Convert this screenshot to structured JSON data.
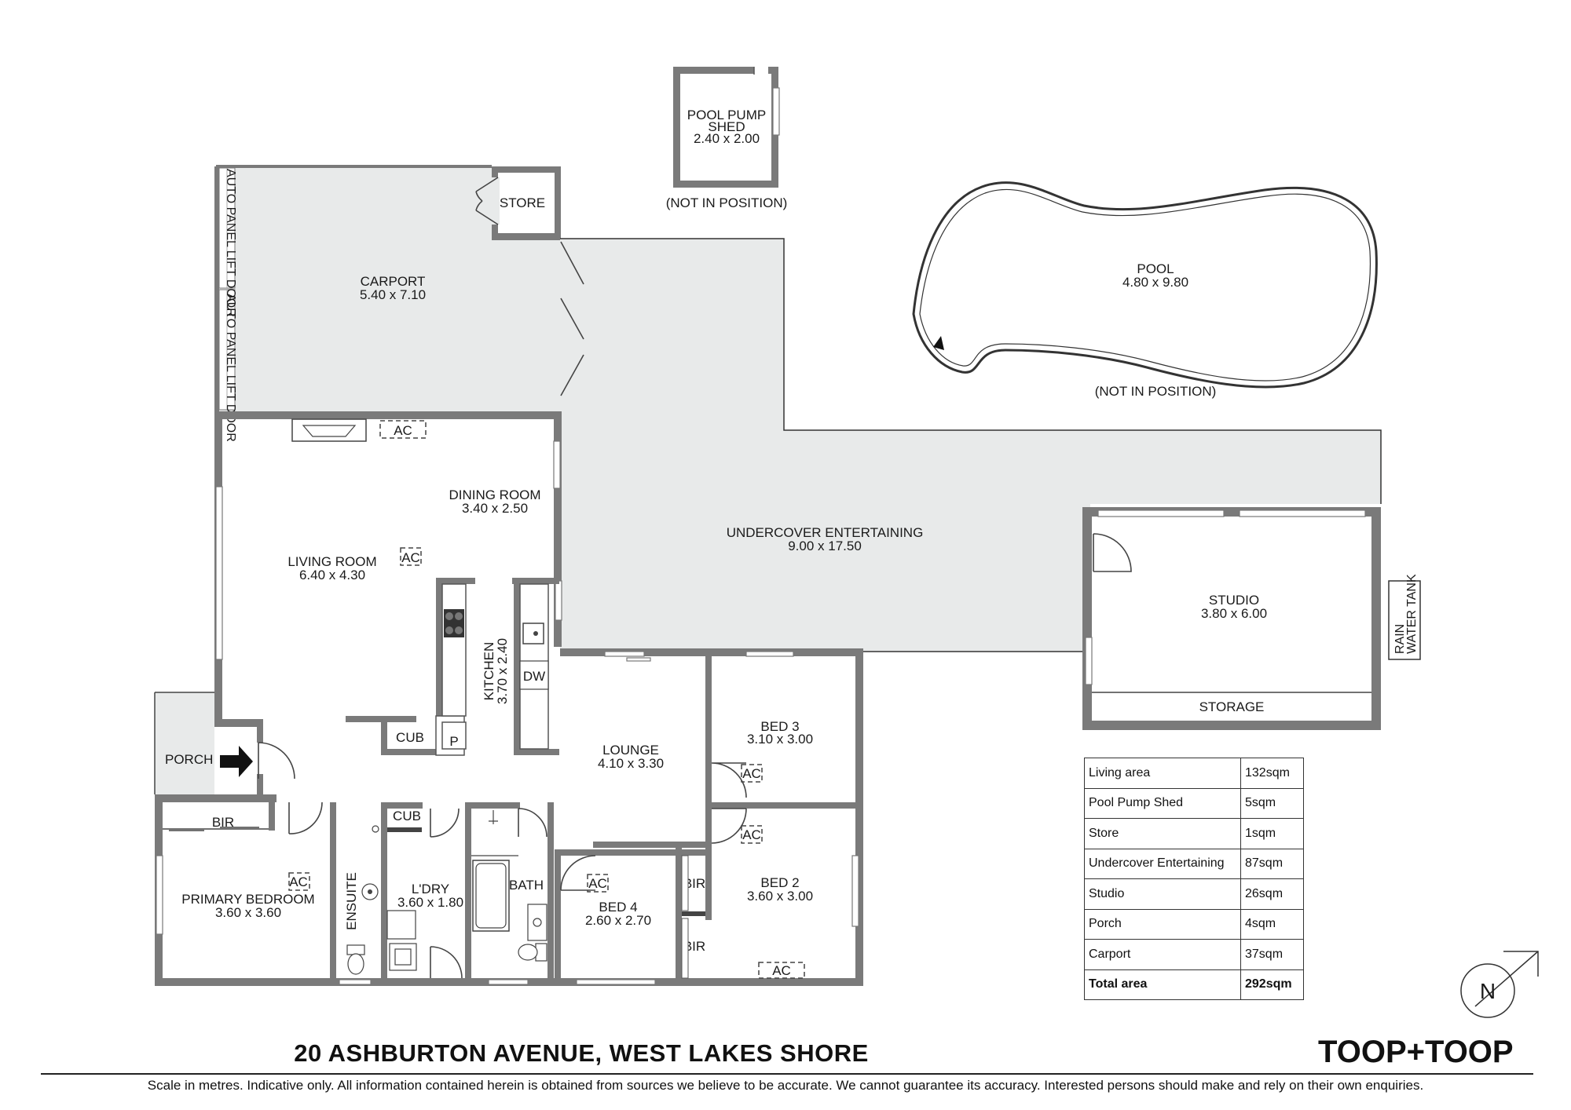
{
  "address": "20 ASHBURTON AVENUE, WEST LAKES SHORE",
  "disclaimer": "Scale in metres. Indicative only. All information contained herein is obtained from sources we believe to be accurate. We cannot guarantee its accuracy. Interested persons should make and rely on their own enquiries.",
  "brand": "TOOP+TOOP",
  "compass_label": "N",
  "rooms": {
    "pool_pump_shed": {
      "name": "POOL PUMP",
      "name2": "SHED",
      "dims": "2.40 x 2.00",
      "note": "(NOT IN POSITION)"
    },
    "store": {
      "name": "STORE"
    },
    "carport": {
      "name": "CARPORT",
      "dims": "5.40 x 7.10"
    },
    "auto_door_1": "AUTO PANEL LIFT DOOR",
    "auto_door_2": "AUTO PANEL LIFT DOOR",
    "pool": {
      "name": "POOL",
      "dims": "4.80 x 9.80",
      "note": "(NOT IN POSITION)"
    },
    "dining_room": {
      "name": "DINING ROOM",
      "dims": "3.40 x 2.50"
    },
    "living_room": {
      "name": "LIVING ROOM",
      "dims": "6.40 x 4.30"
    },
    "undercover": {
      "name": "UNDERCOVER ENTERTAINING",
      "dims": "9.00 x 17.50"
    },
    "studio": {
      "name": "STUDIO",
      "dims": "3.80 x 6.00"
    },
    "storage": {
      "name": "STORAGE"
    },
    "rain_water_tank": {
      "line1": "RAIN",
      "line2": "WATER TANK"
    },
    "kitchen": {
      "name": "KITCHEN",
      "dims": "3.70 x 2.40"
    },
    "dw": "DW",
    "cub1": "CUB",
    "p": "P",
    "porch": {
      "name": "PORCH"
    },
    "lounge": {
      "name": "LOUNGE",
      "dims": "4.10 x 3.30"
    },
    "bed3": {
      "name": "BED 3",
      "dims": "3.10 x 3.00"
    },
    "bed2": {
      "name": "BED 2",
      "dims": "3.60 x 3.00"
    },
    "bed4": {
      "name": "BED 4",
      "dims": "2.60 x 2.70"
    },
    "primary_bedroom": {
      "name": "PRIMARY BEDROOM",
      "dims": "3.60 x 3.60"
    },
    "bir_primary": "BIR",
    "bir_bed4": "BIR",
    "bir_bed2": "BIR",
    "ensuite": "ENSUITE",
    "cub2": "CUB",
    "ldry": {
      "name": "L'DRY",
      "dims": "3.60 x 1.80"
    },
    "bath": {
      "name": "BATH"
    },
    "ac": "AC"
  },
  "area_table": {
    "rows": [
      {
        "label": "Living area",
        "value": "132sqm"
      },
      {
        "label": "Pool Pump Shed",
        "value": "5sqm"
      },
      {
        "label": "Store",
        "value": "1sqm"
      },
      {
        "label": "Undercover Entertaining",
        "value": "87sqm"
      },
      {
        "label": "Studio",
        "value": "26sqm"
      },
      {
        "label": "Porch",
        "value": "4sqm"
      },
      {
        "label": "Carport",
        "value": "37sqm"
      }
    ],
    "total": {
      "label": "Total area",
      "value": "292sqm"
    }
  }
}
